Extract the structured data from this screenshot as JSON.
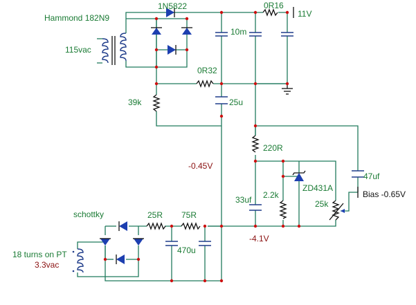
{
  "labels": {
    "transformer": "Hammond 182N9",
    "diode_main": "1N5822",
    "r_top": "0R16",
    "vout": "11V",
    "cap_10m": "10m",
    "vac_main": "115vac",
    "r_mid": "0R32",
    "r_39k": "39k",
    "cap_25u": "25u",
    "r_220": "220R",
    "neg045": "-0.45V",
    "zener": "ZD431A",
    "cap_47uf": "47uf",
    "bias": "Bias -0.65V",
    "r_2k2": "2.2k",
    "cap_33uf": "33uf",
    "pot_25k": "25k",
    "schottky": "schottky",
    "r_25": "25R",
    "r_75": "75R",
    "neg41": "-4.1V",
    "cap_470u": "470u",
    "turns": "18 turns on PT",
    "vac_small": "3.3vac"
  }
}
